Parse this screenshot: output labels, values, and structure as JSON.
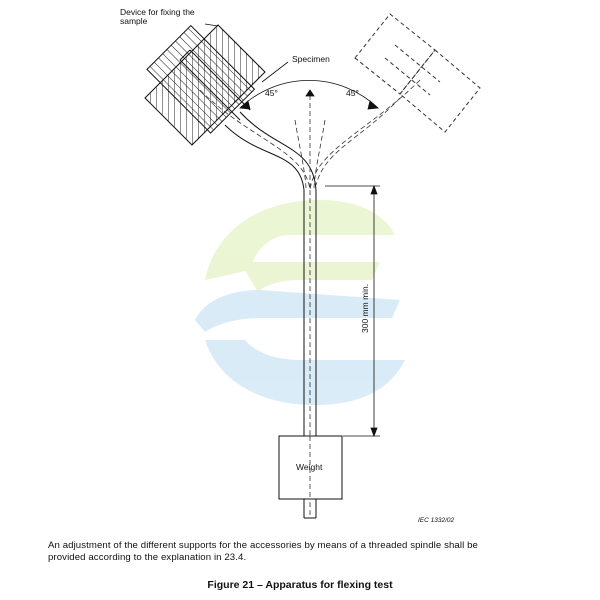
{
  "figure": {
    "labels": {
      "device_line1": "Device for fixing the",
      "device_line2": "sample",
      "specimen": "Specimen",
      "angle_left": "45°",
      "angle_right": "45°",
      "length": "300 mm min.",
      "weight": "Weight",
      "reference": "IEC  1332/02"
    }
  },
  "caption": {
    "line1": "An adjustment of the different supports for the accessories by means of a threaded spindle shall be",
    "line2": "provided according to the explanation in 23.4."
  },
  "title": "Figure 21 – Apparatus for flexing test"
}
